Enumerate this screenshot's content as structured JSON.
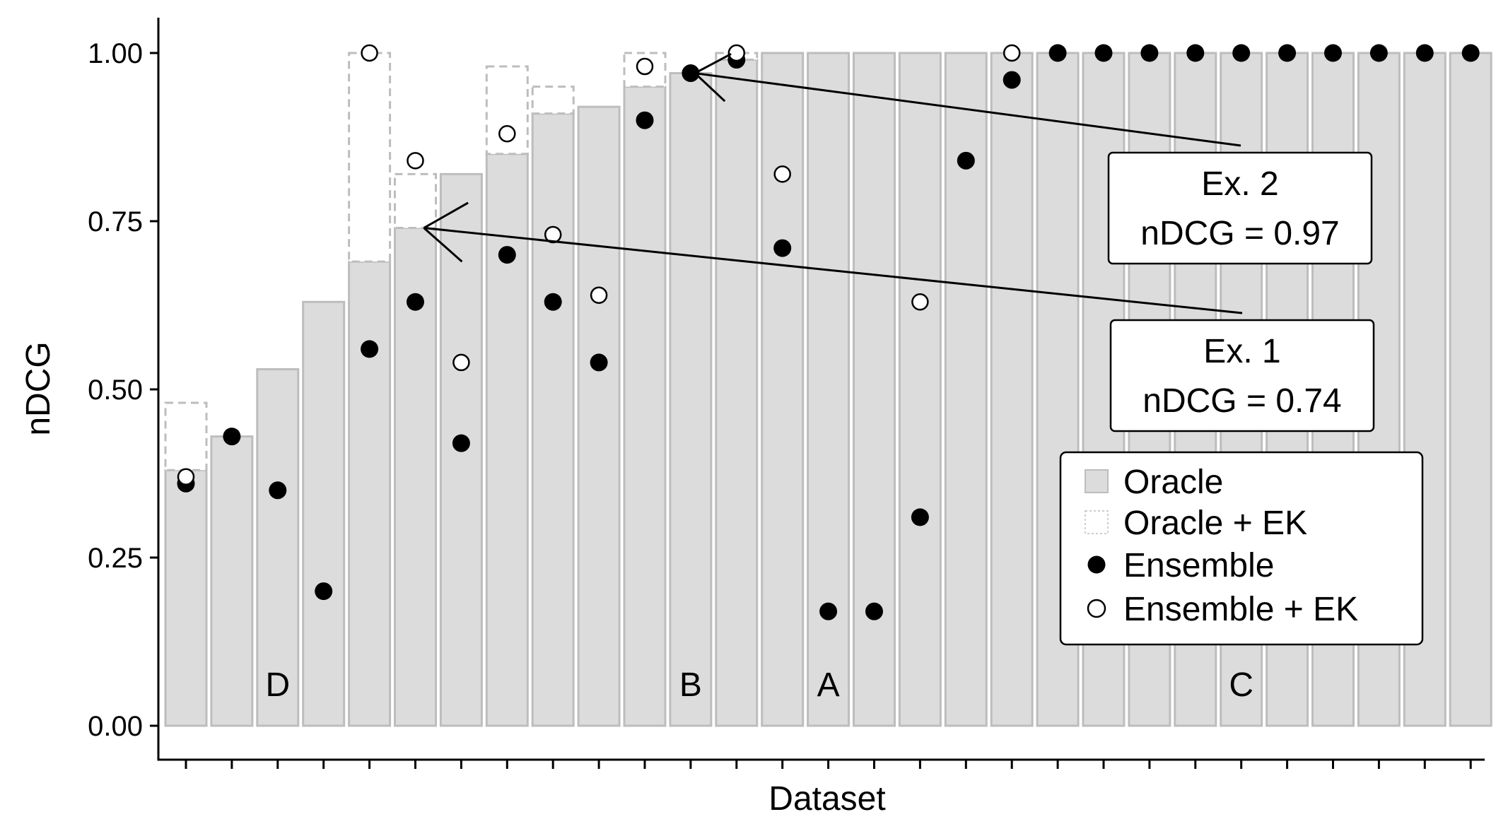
{
  "chart_data": {
    "type": "bar",
    "xlabel": "Dataset",
    "ylabel": "nDCG",
    "ylim": [
      0,
      1.1
    ],
    "yticks": [
      0.0,
      0.25,
      0.5,
      0.75,
      1.0
    ],
    "ytick_labels": [
      "0.00",
      "0.25",
      "0.50",
      "0.75",
      "1.00"
    ],
    "grid": false,
    "legend_position": "bottom-right",
    "colors": {
      "oracle_fill": "#dcdcdc",
      "oracle_stroke": "#bdbdbd",
      "ek_dash": "#bdbdbd",
      "marker": "#000000"
    },
    "series": [
      {
        "name": "Oracle",
        "values": [
          0.38,
          0.43,
          0.53,
          0.63,
          0.69,
          0.74,
          0.82,
          0.85,
          0.91,
          0.92,
          0.95,
          0.97,
          0.99,
          1.0,
          1.0,
          1.0,
          1.0,
          1.0,
          1.0,
          1.0,
          1.0,
          1.0,
          1.0,
          1.0,
          1.0,
          1.0,
          1.0,
          1.0,
          1.0
        ]
      },
      {
        "name": "Oracle + EK",
        "values": [
          0.48,
          null,
          null,
          null,
          1.0,
          0.82,
          null,
          0.98,
          0.95,
          null,
          1.0,
          null,
          1.0,
          null,
          null,
          null,
          null,
          null,
          null,
          null,
          null,
          null,
          null,
          null,
          null,
          null,
          null,
          null,
          null
        ]
      },
      {
        "name": "Ensemble",
        "values": [
          0.36,
          0.43,
          0.35,
          0.2,
          0.56,
          0.63,
          0.42,
          0.7,
          0.63,
          0.54,
          0.9,
          0.97,
          0.99,
          0.71,
          0.17,
          0.17,
          0.31,
          0.84,
          0.96,
          1.0,
          1.0,
          1.0,
          1.0,
          1.0,
          1.0,
          1.0,
          1.0,
          1.0,
          1.0
        ]
      },
      {
        "name": "Ensemble + EK",
        "values": [
          0.37,
          null,
          null,
          null,
          1.0,
          0.84,
          0.54,
          0.88,
          0.73,
          0.64,
          0.98,
          null,
          1.0,
          0.82,
          null,
          null,
          0.63,
          null,
          1.0,
          null,
          null,
          null,
          null,
          null,
          null,
          null,
          null,
          null,
          null
        ]
      }
    ],
    "group_labels": [
      {
        "text": "D",
        "index": 2
      },
      {
        "text": "B",
        "index": 11
      },
      {
        "text": "A",
        "index": 14
      },
      {
        "text": "C",
        "index": 23
      }
    ],
    "annotations": [
      {
        "line1": "Ex. 2",
        "line2": "nDCG = 0.97",
        "target_index": 11,
        "target_value": 0.97
      },
      {
        "line1": "Ex. 1",
        "line2": "nDCG = 0.74",
        "target_index": 5,
        "target_value": 0.74
      }
    ]
  }
}
